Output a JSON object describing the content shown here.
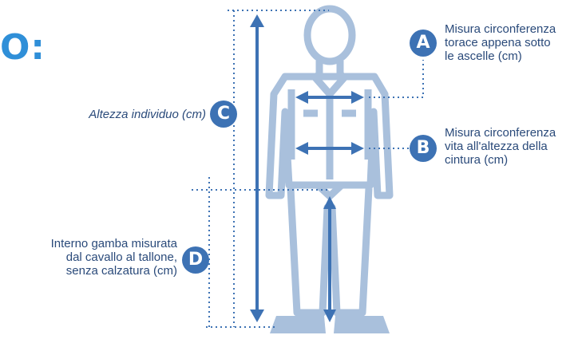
{
  "heading_fragment": "O:",
  "markers": {
    "a": {
      "letter": "A",
      "label_lines": [
        "Misura circonferenza",
        "torace appena sotto",
        "le ascelle (cm)"
      ]
    },
    "b": {
      "letter": "B",
      "label_lines": [
        "Misura circonferenza",
        "vita all'altezza della",
        "cintura (cm)"
      ]
    },
    "c": {
      "letter": "C",
      "label_lines": [
        "Altezza individuo (cm)"
      ]
    },
    "d": {
      "letter": "D",
      "label_lines": [
        "Interno gamba misurata",
        "dal cavallo al tallone,",
        "senza calzatura (cm)"
      ]
    }
  },
  "colors": {
    "figure": "#a9c0dc",
    "arrow": "#3d72b4",
    "guide": "#3d72b4",
    "badge": "#3d72b4",
    "text": "#2a4a7a",
    "heading": "#2f8fd8"
  }
}
